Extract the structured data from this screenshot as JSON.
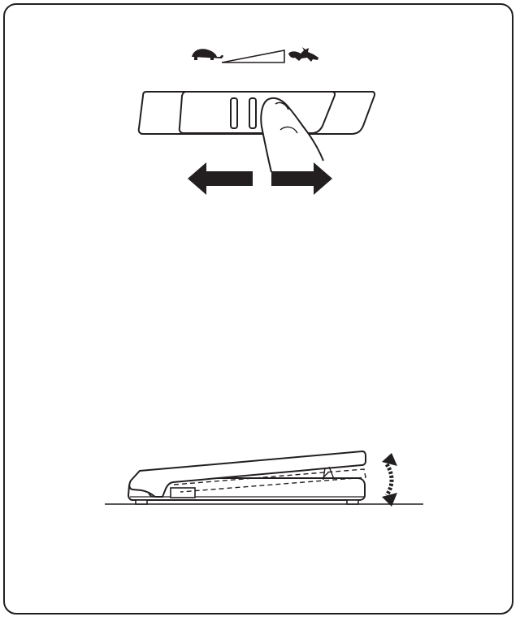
{
  "figure": {
    "frame_color": "#231f20",
    "line_color": "#231f20",
    "background": "#ffffff"
  },
  "speed_control": {
    "slow_icon": "tortoise-icon",
    "fast_icon": "rabbit-icon",
    "indicator": "speed-ramp-wedge",
    "slider": "speed-slider",
    "directions": [
      "left-arrow-icon",
      "right-arrow-icon"
    ]
  },
  "foot_controller": {
    "pedal": "foot-pedal",
    "motion_icon": "up-down-curved-arrow-icon"
  }
}
